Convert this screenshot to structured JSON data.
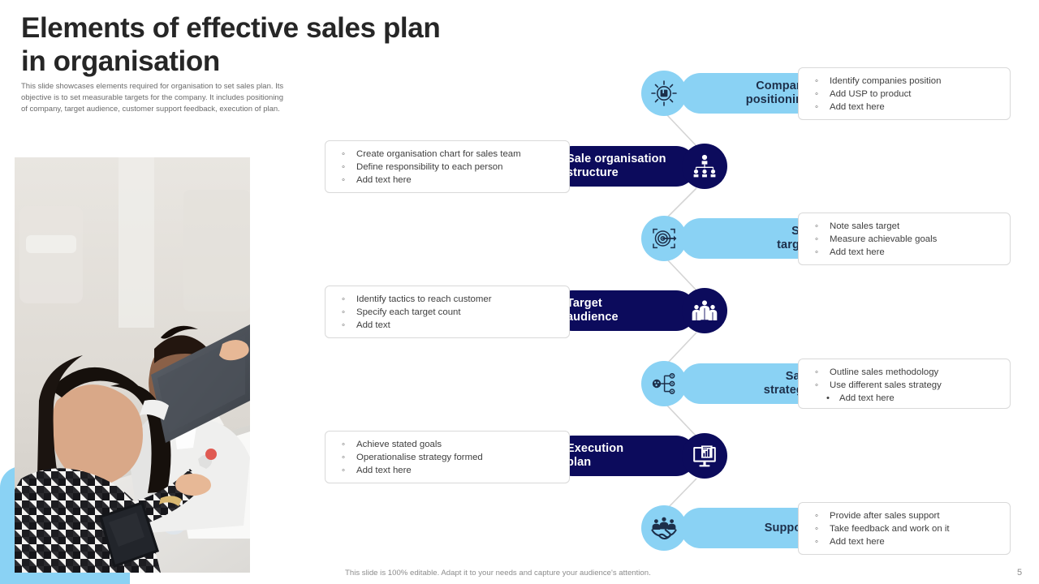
{
  "slide": {
    "title": "Elements of effective sales plan in organisation",
    "title_line_1": "Elements of effective sales plan",
    "title_line_2": "in organisation",
    "subtitle": "This slide showcases elements required for organisation to set sales plan. Its objective is to set measurable targets for the company. It includes positioning of company, target audience, customer support feedback, execution of plan.",
    "footer_note": "This slide is 100% editable. Adapt it to your needs and capture your audience's attention.",
    "page_number": "5"
  },
  "colors": {
    "light_blue": "#8ad2f4",
    "navy": "#0c0b5c",
    "title_text": "#262626",
    "body_text": "#3f3f3f",
    "muted_text": "#6b6b6b",
    "box_border": "#d9d9d9",
    "connector": "#d4d4d4"
  },
  "media": {
    "photo_alt": "Two colleagues reviewing sales reports on a tablet at a desk"
  },
  "steps": [
    {
      "id": "company-positioning",
      "label": "Company positioning",
      "label_line_1": "Company",
      "label_line_2": "positioning",
      "side": "right",
      "theme": "light-blue",
      "icon": "lightbulb-product-icon",
      "bullets": [
        {
          "text": "Identify companies position",
          "marker": "circle"
        },
        {
          "text": "Add USP to product",
          "marker": "circle"
        },
        {
          "text": "Add text here",
          "marker": "circle"
        }
      ]
    },
    {
      "id": "sale-organisation-structure",
      "label": "Sale organisation structure",
      "label_line_1": "Sale organisation",
      "label_line_2": "structure",
      "side": "left",
      "theme": "navy",
      "icon": "org-chart-icon",
      "bullets": [
        {
          "text": "Create organisation chart for sales team",
          "marker": "circle"
        },
        {
          "text": "Define responsibility to each person",
          "marker": "circle"
        },
        {
          "text": "Add text here",
          "marker": "circle"
        }
      ]
    },
    {
      "id": "set-target",
      "label": "Set target",
      "label_line_1": "Set",
      "label_line_2": "target",
      "side": "right",
      "theme": "light-blue",
      "icon": "target-arrow-icon",
      "bullets": [
        {
          "text": "Note sales target",
          "marker": "circle"
        },
        {
          "text": "Measure achievable goals",
          "marker": "circle"
        },
        {
          "text": "Add text here",
          "marker": "circle"
        }
      ]
    },
    {
      "id": "target-audience",
      "label": "Target audience",
      "label_line_1": "Target",
      "label_line_2": "audience",
      "side": "left",
      "theme": "navy",
      "icon": "people-group-icon",
      "bullets": [
        {
          "text": "Identify tactics to reach customer",
          "marker": "circle"
        },
        {
          "text": "Specify each target count",
          "marker": "circle"
        },
        {
          "text": "Add text",
          "marker": "circle"
        }
      ]
    },
    {
      "id": "sale-strategy",
      "label": "Sale strategy",
      "label_line_1": "Sale",
      "label_line_2": "strategy",
      "side": "right",
      "theme": "light-blue",
      "icon": "network-branch-icon",
      "bullets": [
        {
          "text": "Outline sales methodology",
          "marker": "circle"
        },
        {
          "text": "Use different sales strategy",
          "marker": "circle"
        },
        {
          "text": "Add text here",
          "marker": "dot"
        }
      ]
    },
    {
      "id": "execution-plan",
      "label": "Execution plan",
      "label_line_1": "Execution",
      "label_line_2": "plan",
      "side": "left",
      "theme": "navy",
      "icon": "monitor-report-icon",
      "bullets": [
        {
          "text": "Achieve stated goals",
          "marker": "circle"
        },
        {
          "text": "Operationalise strategy formed",
          "marker": "circle"
        },
        {
          "text": "Add text here",
          "marker": "circle"
        }
      ]
    },
    {
      "id": "support",
      "label": "Support",
      "label_line_1": "Support",
      "label_line_2": "",
      "side": "right",
      "theme": "light-blue",
      "icon": "handshake-team-icon",
      "bullets": [
        {
          "text": "Provide after sales support",
          "marker": "circle"
        },
        {
          "text": "Take feedback and work on it",
          "marker": "circle"
        },
        {
          "text": "Add text here",
          "marker": "circle"
        }
      ]
    }
  ]
}
